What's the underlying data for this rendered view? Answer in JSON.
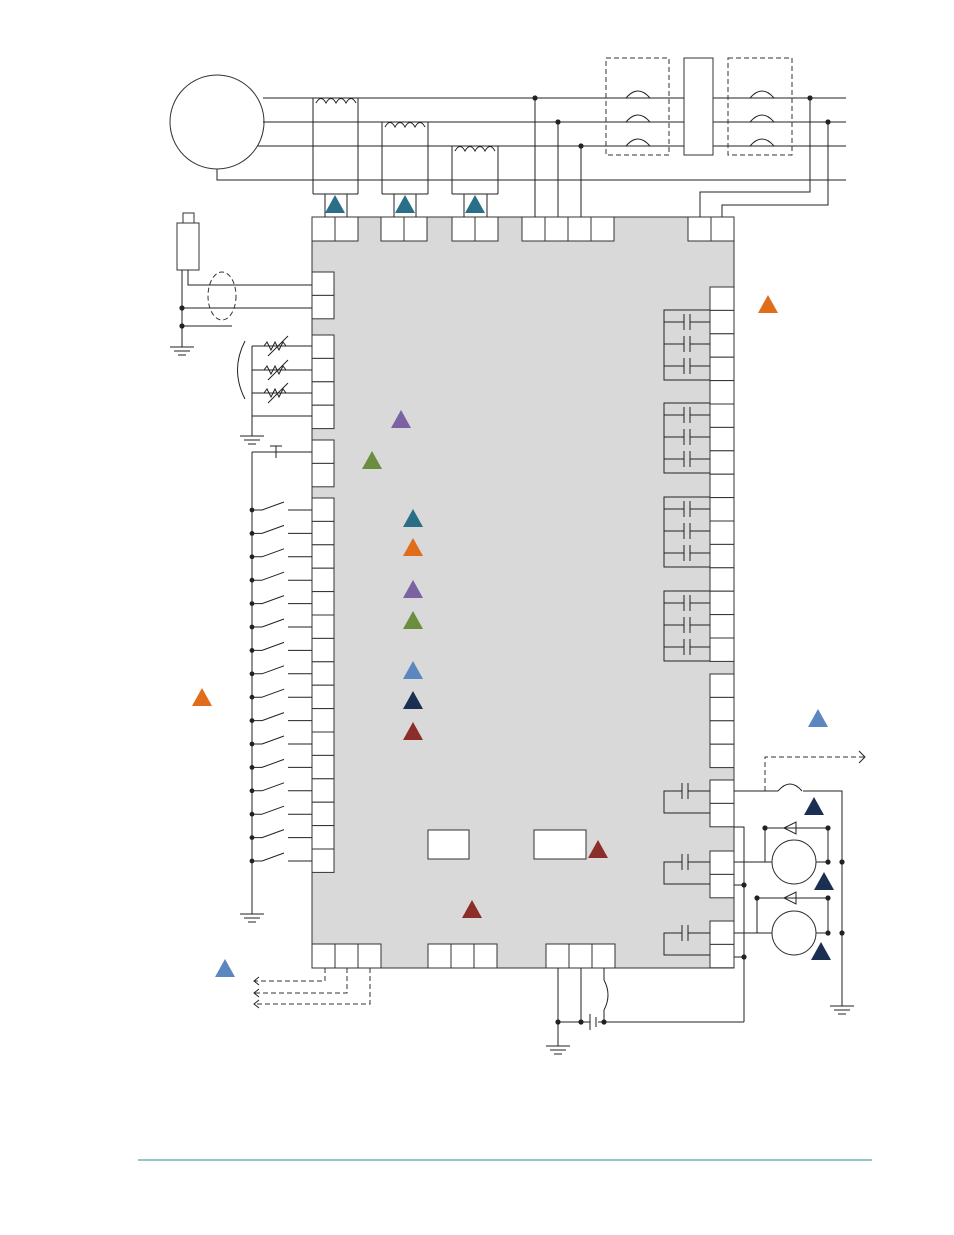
{
  "colors": {
    "panel": "#d9d9d9",
    "footer_rule": "#2a8c8c",
    "marker_teal": "#2a6f87",
    "marker_orange": "#e06d1c",
    "marker_purple": "#7a62a3",
    "marker_green": "#6b8e3e",
    "marker_blue": "#5b86bf",
    "marker_navy": "#1a2f52",
    "marker_red": "#8b2e2a"
  },
  "markers": [
    {
      "color": "teal"
    },
    {
      "color": "teal"
    },
    {
      "color": "teal"
    },
    {
      "color": "orange"
    },
    {
      "color": "purple"
    },
    {
      "color": "green"
    },
    {
      "color": "teal"
    },
    {
      "color": "orange"
    },
    {
      "color": "purple"
    },
    {
      "color": "green"
    },
    {
      "color": "blue"
    },
    {
      "color": "navy"
    },
    {
      "color": "red"
    },
    {
      "color": "orange"
    },
    {
      "color": "blue"
    },
    {
      "color": "navy"
    },
    {
      "color": "red"
    },
    {
      "color": "red"
    },
    {
      "color": "navy"
    },
    {
      "color": "navy"
    },
    {
      "color": "blue"
    }
  ]
}
